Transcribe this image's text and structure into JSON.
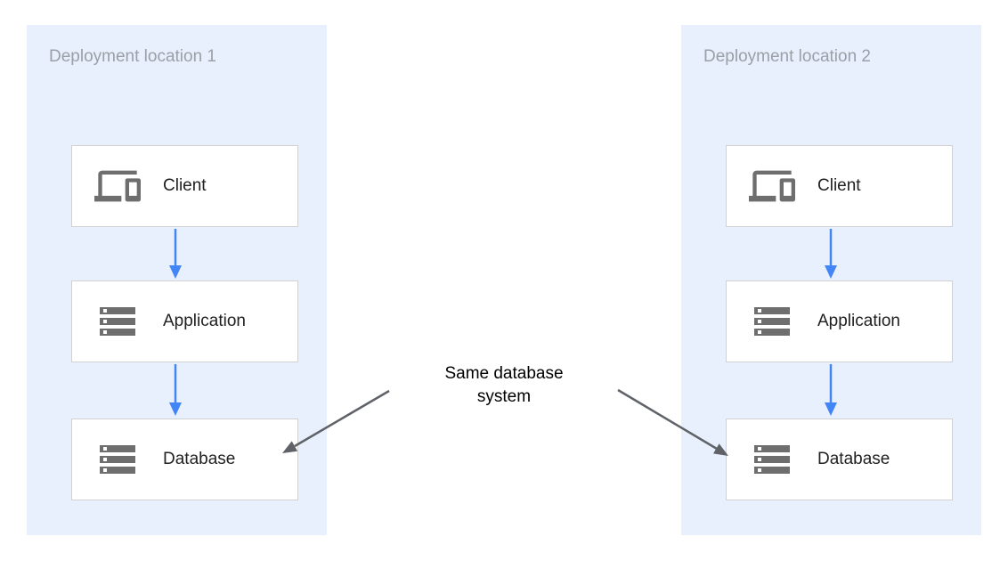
{
  "zones": [
    {
      "title": "Deployment location 1",
      "nodes": [
        {
          "label": "Client",
          "icon": "devices-icon"
        },
        {
          "label": "Application",
          "icon": "storage-icon"
        },
        {
          "label": "Database",
          "icon": "storage-icon"
        }
      ]
    },
    {
      "title": "Deployment location 2",
      "nodes": [
        {
          "label": "Client",
          "icon": "devices-icon"
        },
        {
          "label": "Application",
          "icon": "storage-icon"
        },
        {
          "label": "Database",
          "icon": "storage-icon"
        }
      ]
    }
  ],
  "annotation": {
    "text": "Same database system"
  },
  "colors": {
    "zone_bg": "#e8f0fe",
    "zone_title": "#9aa0a6",
    "node_bg": "#ffffff",
    "node_border": "#d1d1d1",
    "node_label": "#212121",
    "icon_gray": "#6e6e6e",
    "flow_arrow": "#4285f4",
    "annotation_arrow": "#5f6368",
    "annotation_text": "#000000"
  }
}
